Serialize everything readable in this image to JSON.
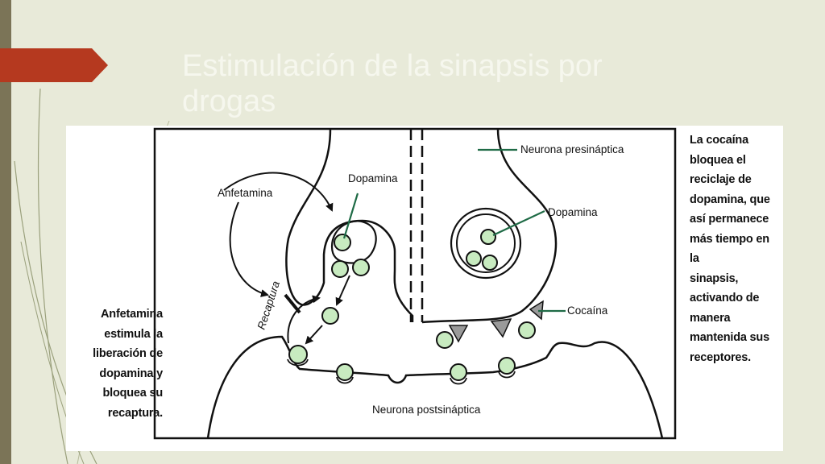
{
  "slide": {
    "title": "Estimulación de la sinapsis por drogas"
  },
  "figure": {
    "labels": {
      "anfetamina": "Anfetamina",
      "dopamina_left": "Dopamina",
      "dopamina_right": "Dopamina",
      "neurona_presinaptica": "Neurona presináptica",
      "recaptura": "Recaptura",
      "cocaina": "Cocaína",
      "neurona_postsinaptica": "Neurona postsináptica"
    },
    "note_left": "Anfetamina\nestimula la\nliberación de\ndopamina y\nbloquea su\nrecaptura.",
    "note_right": "La cocaína\nbloquea el\nreciclaje de\ndopamina, que\nasí permanece\nmás tiempo en la\nsinapsis,\nactivando de\nmanera\nmantenida sus\nreceptores."
  },
  "colors": {
    "background": "#e8ead9",
    "accent": "#b5391f",
    "sidebar": "#7b7457",
    "vesicle": "#c8ebc0",
    "pointer_line": "#1f6b46",
    "cocaine": "#9a9a9a"
  }
}
